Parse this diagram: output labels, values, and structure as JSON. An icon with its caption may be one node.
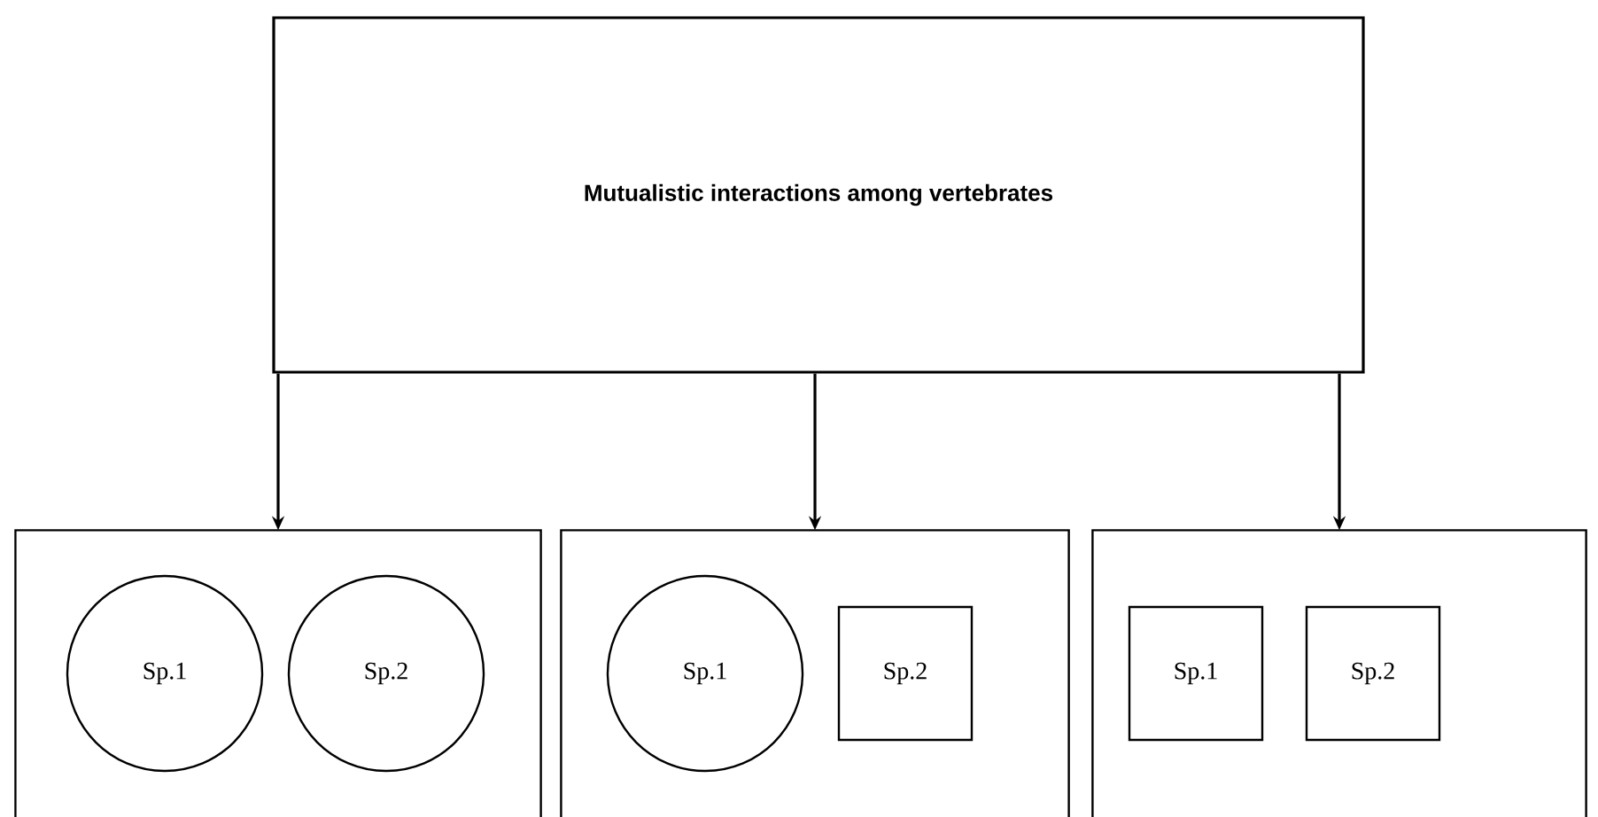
{
  "diagram": {
    "nodes": [
      {
        "text": [
          "Mutualistic interactions among vertebrates"
        ]
      },
      {
        "text": [],
        "shape": "box"
      },
      {
        "text": [
          "Sp.1"
        ],
        "in": 1
      },
      {
        "text": [
          "Sp.2"
        ],
        "in": 1
      },
      {
        "text": [],
        "shape": "box"
      },
      {
        "text": [
          "Sp.1"
        ],
        "in": 4
      },
      {
        "text": [
          "Sp.2"
        ],
        "in": 4
      },
      {
        "text": [],
        "shape": "box"
      },
      {
        "text": [
          "Sp.1"
        ],
        "in": 7
      },
      {
        "text": [
          "Sp.2"
        ],
        "in": 7
      }
    ],
    "edges": [
      {
        "from": 0,
        "to": 1,
        "arrow": "to"
      },
      {
        "from": 0,
        "to": 4,
        "arrow": "to"
      },
      {
        "from": 0,
        "to": 7,
        "arrow": "to"
      }
    ]
  }
}
